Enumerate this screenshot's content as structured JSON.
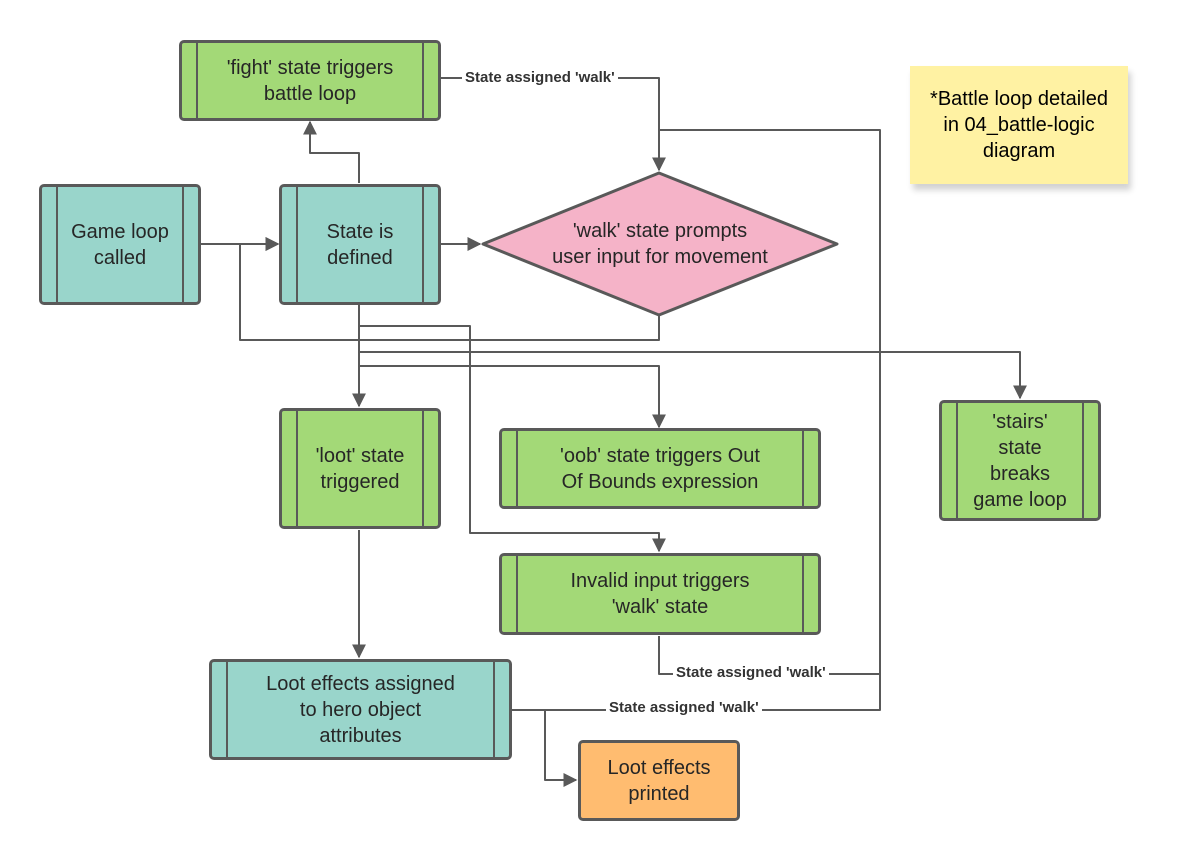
{
  "nodes": {
    "fight": "'fight' state triggers\nbattle loop",
    "game_loop": "Game loop\ncalled",
    "state_defined": "State is\ndefined",
    "walk": "'walk' state prompts\nuser input for movement",
    "loot": "'loot' state\ntriggered",
    "oob": "'oob' state triggers Out\nOf Bounds expression",
    "stairs": "'stairs'\nstate\nbreaks\ngame loop",
    "invalid": "Invalid input triggers\n'walk' state",
    "loot_effects": "Loot effects assigned\nto hero object\nattributes",
    "loot_printed": "Loot effects\nprinted"
  },
  "edge_labels": {
    "fight_to_walk": "State assigned 'walk'",
    "invalid_to_walk": "State assigned 'walk'",
    "loot_to_walk": "State assigned 'walk'"
  },
  "note": "*Battle loop detailed\nin 04_battle-logic\ndiagram",
  "colors": {
    "process_green": "#a3d977",
    "process_teal": "#99d5cb",
    "process_orange": "#ffbc70",
    "decision_pink": "#f5b3c8",
    "note_yellow": "#fff2a3",
    "connector": "#595959"
  }
}
